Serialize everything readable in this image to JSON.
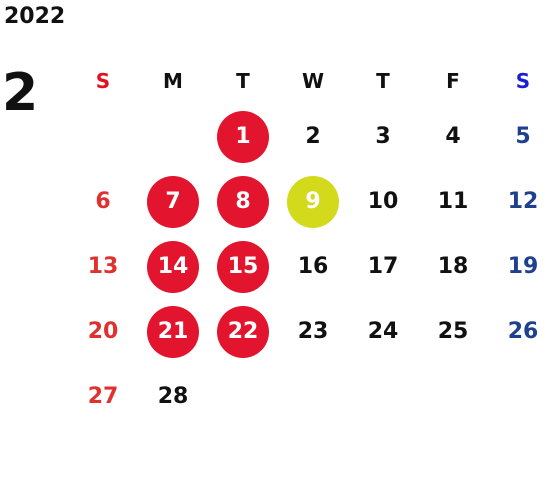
{
  "year": "2022",
  "month": "2",
  "weekday_headers": [
    "S",
    "M",
    "T",
    "W",
    "T",
    "F",
    "S"
  ],
  "colors": {
    "sunday_header": "#e3101f",
    "saturday_header": "#1a1fd6",
    "sunday_date": "#e03131",
    "saturday_date": "#1f3f8f",
    "highlight_red": "#e2142e",
    "highlight_yellow": "#d3d91b"
  },
  "weeks": [
    [
      {
        "day": ""
      },
      {
        "day": ""
      },
      {
        "day": "1",
        "highlight": "red"
      },
      {
        "day": "2"
      },
      {
        "day": "3"
      },
      {
        "day": "4"
      },
      {
        "day": "5"
      }
    ],
    [
      {
        "day": "6"
      },
      {
        "day": "7",
        "highlight": "red"
      },
      {
        "day": "8",
        "highlight": "red"
      },
      {
        "day": "9",
        "highlight": "yellow"
      },
      {
        "day": "10"
      },
      {
        "day": "11"
      },
      {
        "day": "12"
      }
    ],
    [
      {
        "day": "13"
      },
      {
        "day": "14",
        "highlight": "red"
      },
      {
        "day": "15",
        "highlight": "red"
      },
      {
        "day": "16"
      },
      {
        "day": "17"
      },
      {
        "day": "18"
      },
      {
        "day": "19"
      }
    ],
    [
      {
        "day": "20"
      },
      {
        "day": "21",
        "highlight": "red"
      },
      {
        "day": "22",
        "highlight": "red"
      },
      {
        "day": "23"
      },
      {
        "day": "24"
      },
      {
        "day": "25"
      },
      {
        "day": "26"
      }
    ],
    [
      {
        "day": "27"
      },
      {
        "day": "28"
      },
      {
        "day": ""
      },
      {
        "day": ""
      },
      {
        "day": ""
      },
      {
        "day": ""
      },
      {
        "day": ""
      }
    ]
  ]
}
